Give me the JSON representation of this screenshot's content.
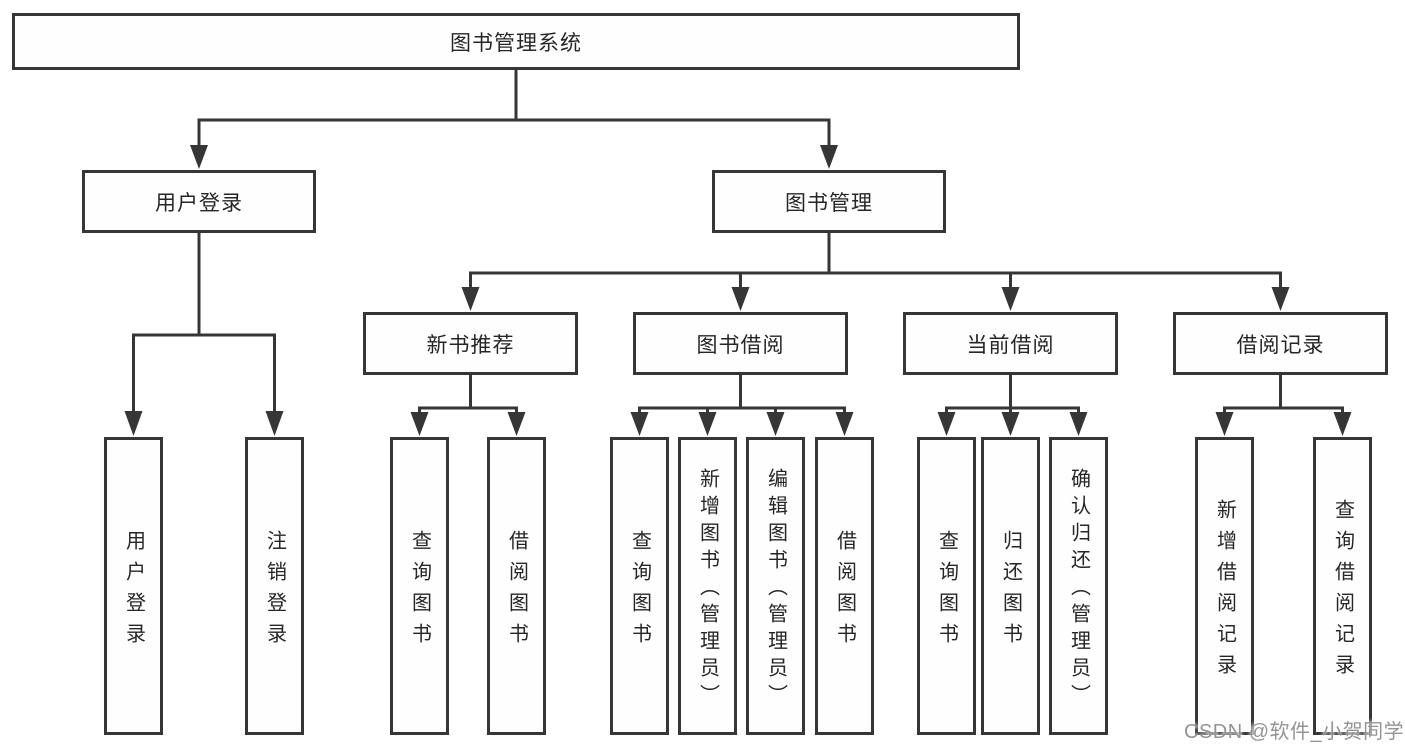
{
  "diagram": {
    "root": {
      "label": "图书管理系统"
    },
    "level2": [
      {
        "label": "用户登录",
        "children": [
          {
            "label": "用户登录"
          },
          {
            "label": "注销登录"
          }
        ]
      },
      {
        "label": "图书管理",
        "children": [
          {
            "label": "新书推荐",
            "children": [
              {
                "label": "查询图书"
              },
              {
                "label": "借阅图书"
              }
            ]
          },
          {
            "label": "图书借阅",
            "children": [
              {
                "label": "查询图书"
              },
              {
                "label": "新增图书（管理员）"
              },
              {
                "label": "编辑图书（管理员）"
              },
              {
                "label": "借阅图书"
              }
            ]
          },
          {
            "label": "当前借阅",
            "children": [
              {
                "label": "查询图书"
              },
              {
                "label": "归还图书"
              },
              {
                "label": "确认归还（管理员）"
              }
            ]
          },
          {
            "label": "借阅记录",
            "children": [
              {
                "label": "新增借阅记录"
              },
              {
                "label": "查询借阅记录"
              }
            ]
          }
        ]
      }
    ]
  },
  "watermark": {
    "text": "CSDN @软件_小贺同学"
  },
  "colors": {
    "line": "#363636",
    "box_border": "#363636",
    "text": "#262626",
    "watermark": "#949494"
  }
}
